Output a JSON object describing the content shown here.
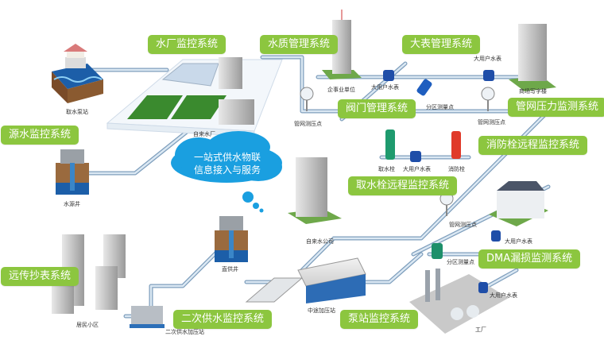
{
  "diagram": {
    "center": {
      "line1": "一站式供水物联",
      "line2": "信息接入与服务"
    },
    "systems": [
      {
        "id": "water-plant",
        "label": "水厂监控系统"
      },
      {
        "id": "water-quality",
        "label": "水质管理系统"
      },
      {
        "id": "big-meter",
        "label": "大表管理系统"
      },
      {
        "id": "valve",
        "label": "阀门管理系统"
      },
      {
        "id": "pipe-pressure",
        "label": "管网压力监测系统"
      },
      {
        "id": "source-water",
        "label": "源水监控系统"
      },
      {
        "id": "fire-hydrant",
        "label": "消防栓远程监控系统"
      },
      {
        "id": "intake-hydrant",
        "label": "取水栓远程监控系统"
      },
      {
        "id": "dma",
        "label": "DMA漏损监测系统"
      },
      {
        "id": "remote-meter",
        "label": "远传抄表系统"
      },
      {
        "id": "secondary-supply",
        "label": "二次供水监控系统"
      },
      {
        "id": "pump-station",
        "label": "泵站监控系统"
      }
    ],
    "captions": {
      "intake_pump_station": "取水泵站",
      "water_plant": "自来水厂",
      "pipe_pressure_point_1": "管网测压点",
      "enterprise": "企事业单位",
      "big_user_meter_1": "大用户水表",
      "zone_metering_1": "分区测量点",
      "big_user_meter_2": "大用户水表",
      "mall_office": "商场写字楼",
      "pipe_pressure_point_2": "管网测压点",
      "source_well": "水源井",
      "intake_hydrant": "取水栓",
      "big_user_meter_3": "大用户水表",
      "fire_hydrant": "消防栓",
      "water_company": "自来水公司",
      "pipe_pressure_point_3": "管网测压点",
      "direct_well": "直供井",
      "big_user_meter_4": "大用户水表",
      "zone_metering_2": "分区测量点",
      "residential": "居民小区",
      "secondary_booster": "二次供水加压站",
      "mid_booster": "中途加压站",
      "big_user_meter_5": "大用户水表",
      "factory": "工厂"
    },
    "colors": {
      "label_green": "#8cc63f",
      "cloud_blue": "#1a9fe0",
      "pipe": "#a9c4dc",
      "pipe_edge": "#7f9fbd"
    }
  }
}
